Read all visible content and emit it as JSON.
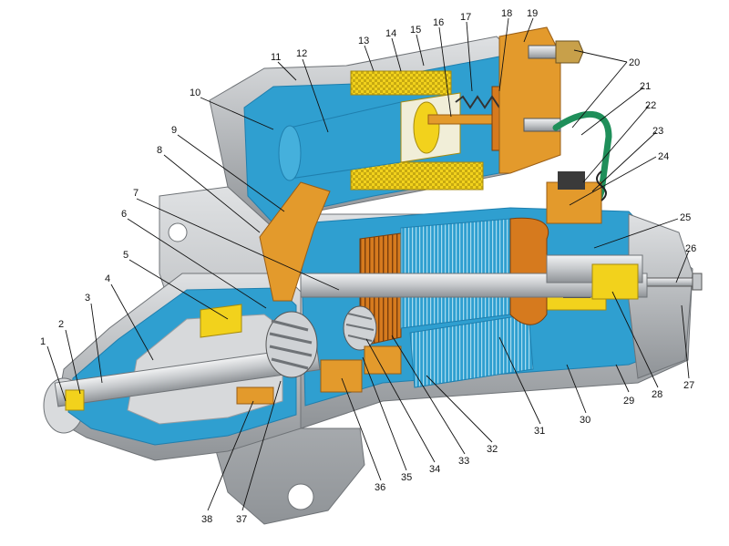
{
  "colors": {
    "housing_gray": "#b9bcc0",
    "housing_dark": "#8d9196",
    "housing_light": "#e3e5e7",
    "cutaway_blue": "#2f9fd0",
    "blue_dark": "#1f7fae",
    "coil_yellow": "#f2d21c",
    "bronze_orange": "#e39a2c",
    "copper": "#d67a1e",
    "dark": "#2a2a2a"
  },
  "labels": [
    "1",
    "2",
    "3",
    "4",
    "5",
    "6",
    "7",
    "8",
    "9",
    "10",
    "11",
    "12",
    "13",
    "14",
    "15",
    "16",
    "17",
    "18",
    "19",
    "20",
    "21",
    "22",
    "23",
    "24",
    "25",
    "26",
    "27",
    "28",
    "29",
    "30",
    "31",
    "32",
    "33",
    "34",
    "35",
    "36",
    "37",
    "38"
  ]
}
